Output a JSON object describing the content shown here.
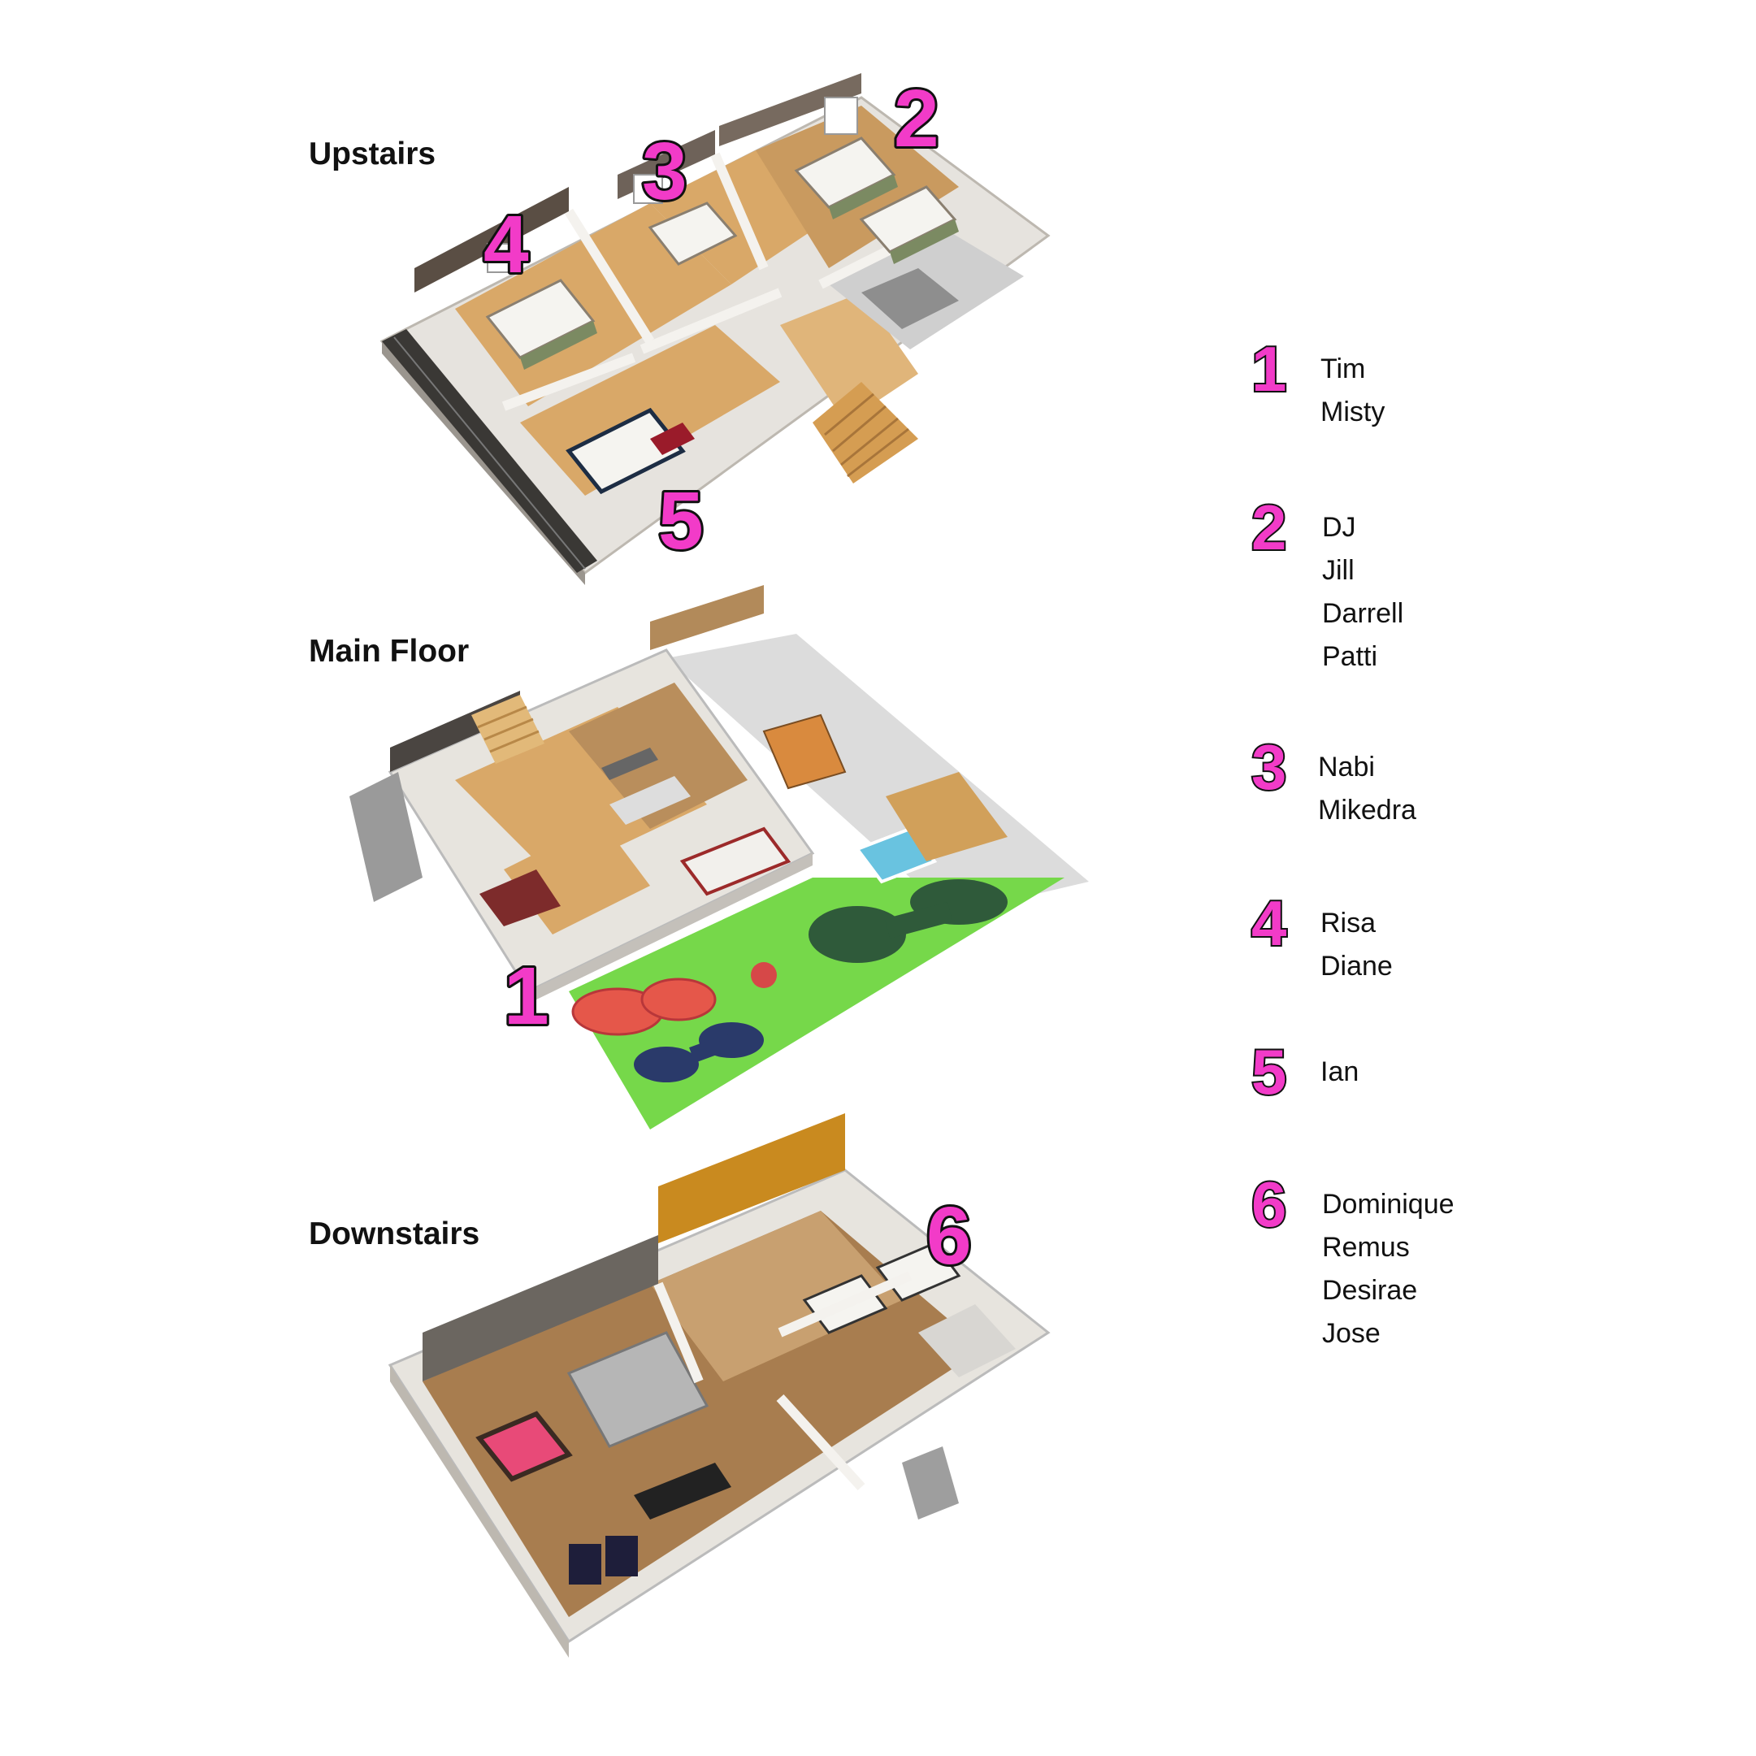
{
  "floors": {
    "upstairs": {
      "title": "Upstairs",
      "rooms": [
        "2",
        "3",
        "4",
        "5"
      ]
    },
    "main": {
      "title": "Main Floor",
      "rooms": [
        "1"
      ]
    },
    "downstairs": {
      "title": "Downstairs",
      "rooms": [
        "6"
      ]
    }
  },
  "colors": {
    "badge_fill": "#f23bc8",
    "badge_outline": "#111111",
    "wood_floor": "#d9a868",
    "lawn": "#76d84a",
    "wall": "#f2f0ec"
  },
  "legend": [
    {
      "number": "1",
      "names": [
        "Tim",
        "Misty"
      ]
    },
    {
      "number": "2",
      "names": [
        "DJ",
        "Jill",
        "Darrell",
        "Patti"
      ]
    },
    {
      "number": "3",
      "names": [
        "Nabi",
        "Mikedra"
      ]
    },
    {
      "number": "4",
      "names": [
        "Risa",
        "Diane"
      ]
    },
    {
      "number": "5",
      "names": [
        "Ian"
      ]
    },
    {
      "number": "6",
      "names": [
        "Dominique",
        "Remus",
        "Desirae",
        "Jose"
      ]
    }
  ]
}
